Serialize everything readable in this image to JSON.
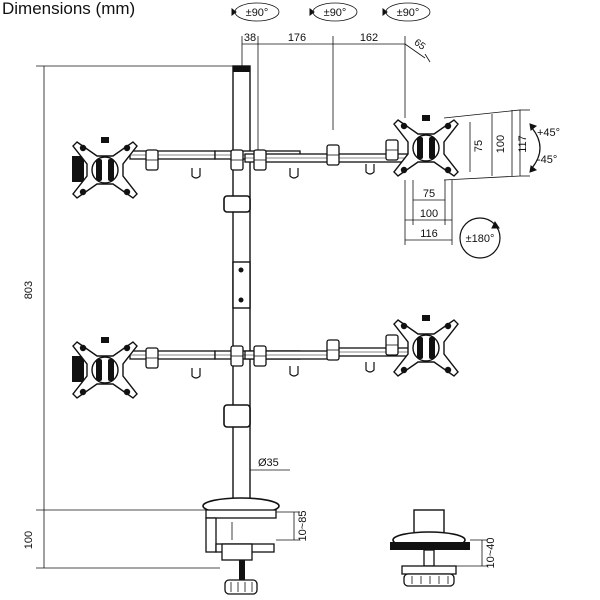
{
  "title": "Dimensions (mm)",
  "top_dims": {
    "d1": "38",
    "d2": "176",
    "d3": "162",
    "d4": "65"
  },
  "rotations_top": {
    "r1": "±90°",
    "r2": "±90°",
    "r3": "±90°"
  },
  "vesa": {
    "h100": "100",
    "h75": "75",
    "h117": "117",
    "w75": "75",
    "w100": "100",
    "w116": "116"
  },
  "tilt": {
    "up": "+45°",
    "down": "-45°"
  },
  "swivel": "±180°",
  "height_total": "803",
  "height_base": "100",
  "pole_diameter": "Ø35",
  "clamp_range": "10~85",
  "grommet_range": "10~40"
}
